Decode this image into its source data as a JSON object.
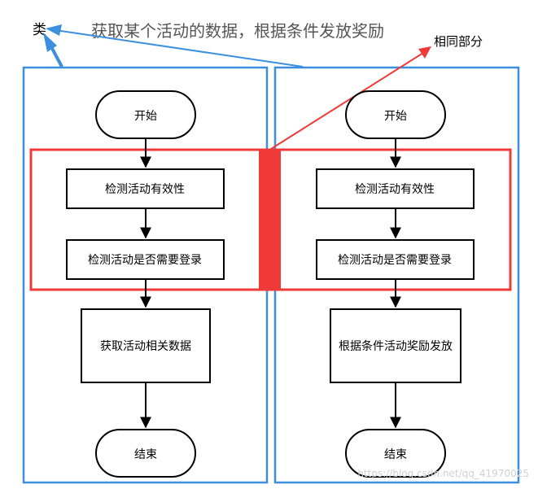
{
  "annotations": {
    "class_label": "类",
    "title": "获取某个活动的数据，根据条件发放奖励",
    "common_label": "相同部分",
    "watermark": "https://blog.csdn.net/qq_41970025"
  },
  "colors": {
    "class_box": "#3b8fde",
    "common_box": "#f03a3a",
    "arrow_blue": "#3b8fde",
    "arrow_red": "#f03a3a",
    "node_stroke": "#000000",
    "flow_line": "#000000"
  },
  "left_flow": {
    "start": "开始",
    "step1": "检测活动有效性",
    "step2": "检测活动是否需要登录",
    "step3": "获取活动相关数据",
    "end": "结束"
  },
  "right_flow": {
    "start": "开始",
    "step1": "检测活动有效性",
    "step2": "检测活动是否需要登录",
    "step3": "根据条件活动奖励发放",
    "end": "结束"
  }
}
